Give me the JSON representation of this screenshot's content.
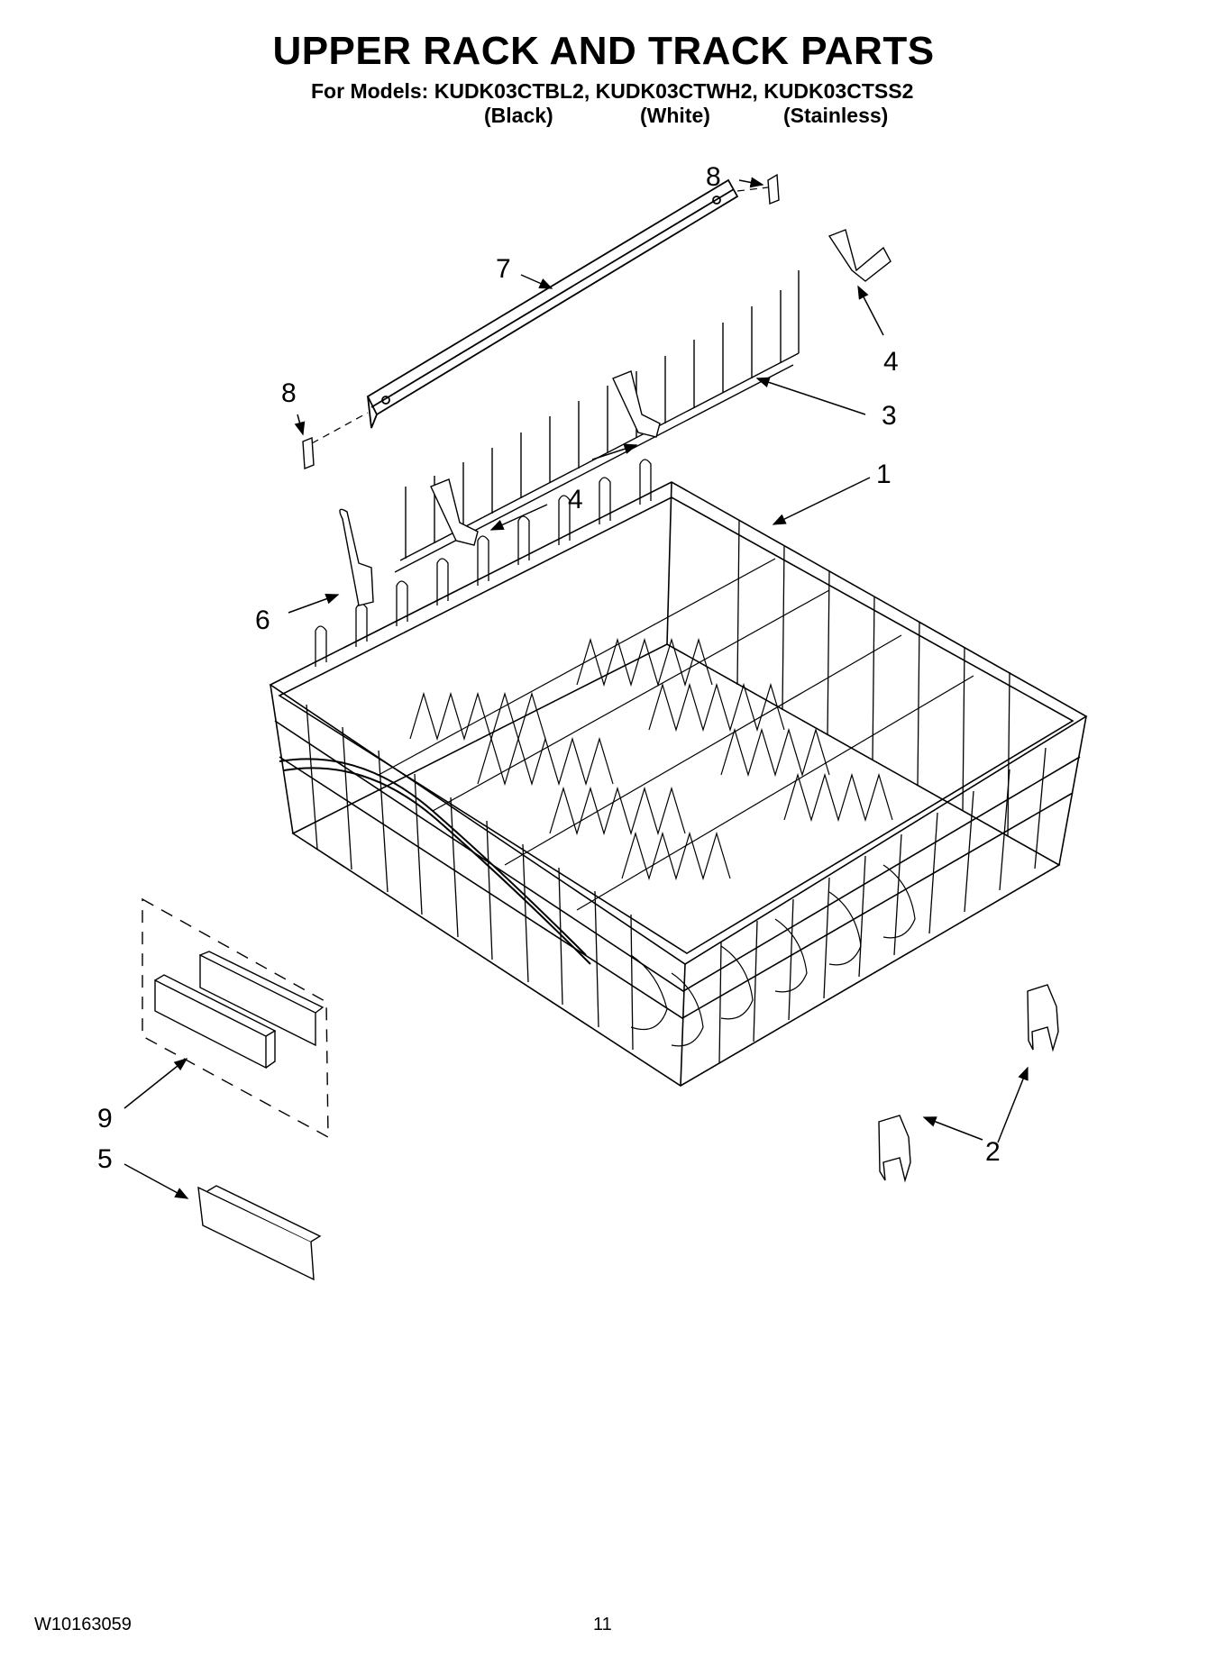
{
  "header": {
    "title": "UPPER RACK AND TRACK PARTS",
    "models_line": "For Models: KUDK03CTBL2, KUDK03CTWH2, KUDK03CTSS2",
    "variants": [
      "(Black)",
      "(White)",
      "(Stainless)"
    ]
  },
  "callouts": {
    "c1": "1",
    "c2": "2",
    "c3": "3",
    "c4a": "4",
    "c4b": "4",
    "c5": "5",
    "c6": "6",
    "c7": "7",
    "c8a": "8",
    "c8b": "8",
    "c9": "9"
  },
  "footer": {
    "doc_number": "W10163059",
    "page_number": "11"
  }
}
